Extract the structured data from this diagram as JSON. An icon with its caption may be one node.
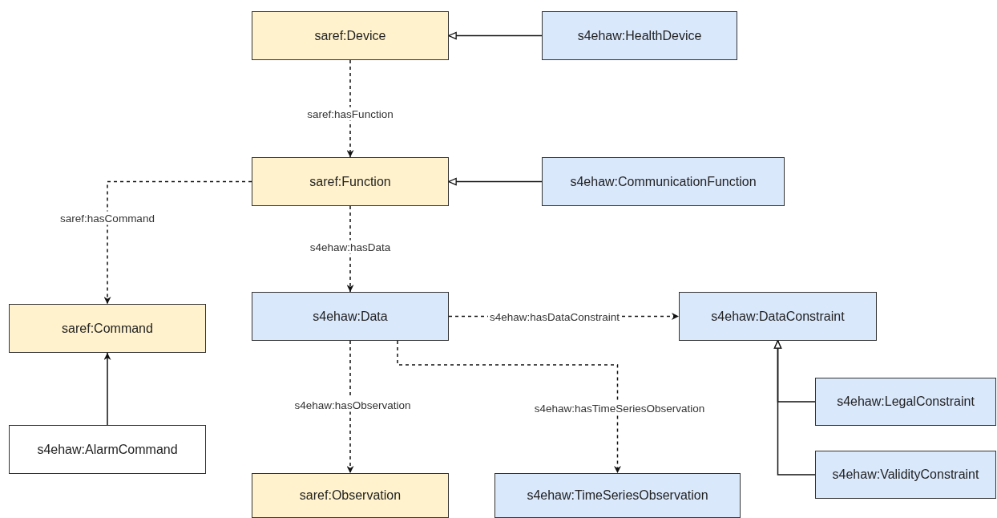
{
  "diagram": {
    "nodes": [
      {
        "text": [
          "saref:Device"
        ]
      },
      {
        "text": [
          "s4ehaw:HealthDevice"
        ]
      },
      {
        "text": [
          "saref:Function"
        ]
      },
      {
        "text": [
          "s4ehaw:CommunicationFunction"
        ]
      },
      {
        "text": [
          "saref:Command"
        ]
      },
      {
        "text": [
          "s4ehaw:AlarmCommand"
        ]
      },
      {
        "text": [
          "s4ehaw:Data"
        ]
      },
      {
        "text": [
          "s4ehaw:DataConstraint"
        ]
      },
      {
        "text": [
          "s4ehaw:LegalConstraint"
        ]
      },
      {
        "text": [
          "s4ehaw:ValidityConstraint"
        ]
      },
      {
        "text": [
          "saref:Observation"
        ]
      },
      {
        "text": [
          "s4ehaw:TimeSeriesObservation"
        ]
      }
    ],
    "edges": [
      {
        "from": 1,
        "to": 0,
        "arrow": "to"
      },
      {
        "from": 0,
        "to": 2,
        "arrow": "to",
        "style": "dashed",
        "label": "saref:hasFunction"
      },
      {
        "from": 3,
        "to": 2,
        "arrow": "to"
      },
      {
        "from": 2,
        "to": 4,
        "arrow": "to",
        "style": "dashed",
        "label": "saref:hasCommand"
      },
      {
        "from": 5,
        "to": 4,
        "arrow": "to"
      },
      {
        "from": 2,
        "to": 6,
        "arrow": "to",
        "style": "dashed",
        "label": "s4ehaw:hasData"
      },
      {
        "from": 6,
        "to": 7,
        "arrow": "to",
        "style": "dashed",
        "label": "s4ehaw:hasDataConstraint"
      },
      {
        "from": 6,
        "to": 10,
        "arrow": "to",
        "style": "dashed",
        "label": "s4ehaw:hasObservation"
      },
      {
        "from": 6,
        "to": 11,
        "arrow": "to",
        "style": "dashed",
        "label": "s4ehaw:hasTimeSeriesObservation"
      },
      {
        "from": 8,
        "to": 7,
        "arrow": "to"
      },
      {
        "from": 9,
        "to": 7,
        "arrow": "to"
      }
    ]
  }
}
